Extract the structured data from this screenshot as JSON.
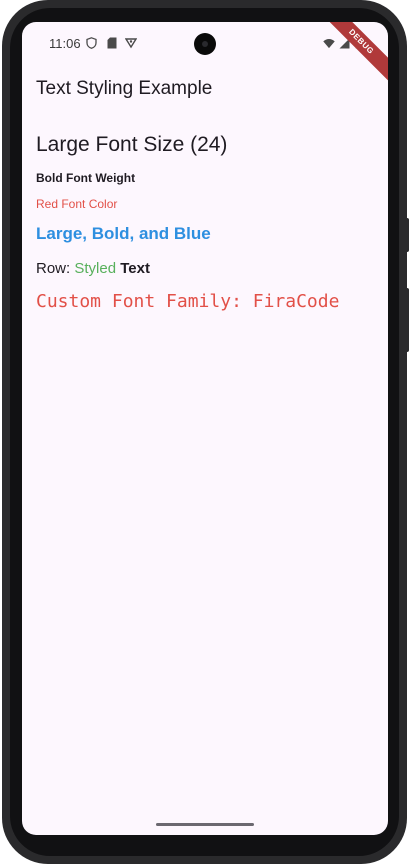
{
  "status_bar": {
    "time": "11:06",
    "icons": [
      "shield-icon",
      "sd-card-icon",
      "vpn-key-icon",
      "wifi-icon",
      "signal-icon",
      "battery-icon"
    ]
  },
  "debug_banner": "DEBUG",
  "appbar": {
    "title": "Text Styling Example"
  },
  "content": {
    "large_font": "Large Font Size (24)",
    "bold_weight": "Bold Font Weight",
    "red_color": "Red Font Color",
    "large_bold_blue": "Large, Bold, and Blue",
    "row": {
      "prefix": "Row: ",
      "styled": "Styled",
      "text": "Text"
    },
    "custom_font": "Custom Font Family: FiraCode"
  },
  "colors": {
    "background": "#fdf7fe",
    "red": "#e25048",
    "blue": "#2e8fe0",
    "green": "#58b05c",
    "debug": "#b0393a"
  }
}
